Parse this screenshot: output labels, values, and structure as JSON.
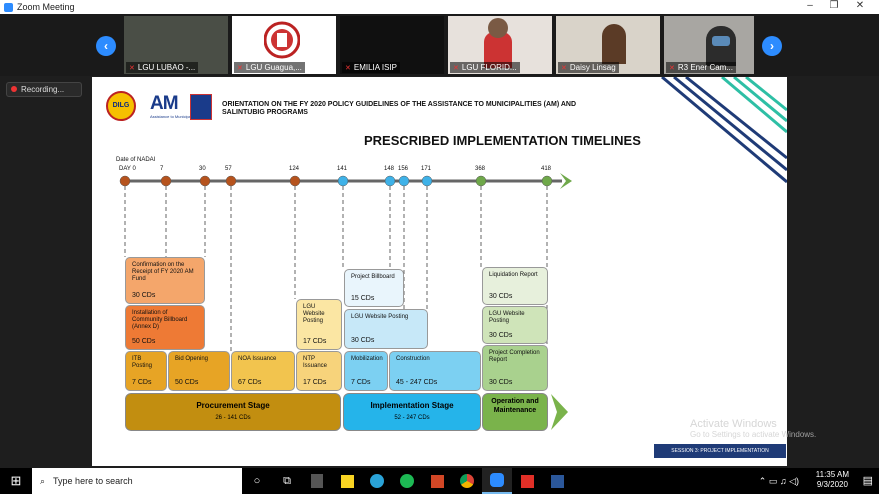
{
  "window": {
    "title": "Zoom Meeting"
  },
  "window_controls": [
    "–",
    "❐",
    "✕"
  ],
  "participants": [
    {
      "name": "LGU LUBAO -...",
      "bg": "#4a4e46"
    },
    {
      "name": "LGU Guagua,...",
      "bg": "#ffffff"
    },
    {
      "name": "EMILIA ISIP",
      "bg": "#101010"
    },
    {
      "name": "LGU FLORID...",
      "bg": "#e7e1dc"
    },
    {
      "name": "Daisy Linsag",
      "bg": "#d9d3c9"
    },
    {
      "name": "R3 Ener Cam...",
      "bg": "#a8a6a2"
    }
  ],
  "nav": {
    "prev": "‹",
    "next": "›"
  },
  "recording": {
    "label": "Recording..."
  },
  "slide": {
    "header_line1": "ORIENTATION ON THE FY 2020 POLICY GUIDELINES OF THE ASSISTANCE TO MUNICIPALITIES (AM) AND",
    "header_line2": "SALINTUBIG PROGRAMS",
    "logo_dilg": "DILG",
    "logo_am": "AM",
    "logo_am_sub": "Assistance to Municipalities",
    "title": "PRESCRIBED IMPLEMENTATION TIMELINES",
    "date_label": "Date of NADAI",
    "timeline_points": [
      {
        "label": "DAY 0",
        "color": "#b6531d"
      },
      {
        "label": "7",
        "color": "#b6531d"
      },
      {
        "label": "30",
        "color": "#b6531d"
      },
      {
        "label": "57",
        "color": "#b6531d"
      },
      {
        "label": "124",
        "color": "#b6531d"
      },
      {
        "label": "141",
        "color": "#3fb2e8"
      },
      {
        "label": "148",
        "color": "#3fb2e8"
      },
      {
        "label": "156",
        "color": "#3fb2e8"
      },
      {
        "label": "171",
        "color": "#3fb2e8"
      },
      {
        "label": "368",
        "color": "#6fa84a"
      },
      {
        "label": "418",
        "color": "#6fa84a"
      }
    ],
    "boxes": [
      {
        "title": "Confirmation on the Receipt of FY 2020 AM Fund",
        "days": "30 CDs",
        "color": "#f4a66b"
      },
      {
        "title": "Installation of Community Billboard (Annex D)",
        "days": "50 CDs",
        "color": "#ee7a35"
      },
      {
        "title": "ITB Posting",
        "days": "7 CDs",
        "color": "#e7a425"
      },
      {
        "title": "Bid Opening",
        "days": "50 CDs",
        "color": "#e7a425"
      },
      {
        "title": "NOA Issuance",
        "days": "67 CDs",
        "color": "#f2c44e"
      },
      {
        "title": "LGU Website Posting",
        "days": "17 CDs",
        "color": "#fbe6a3"
      },
      {
        "title": "NTP Issuance",
        "days": "17 CDs",
        "color": "#f7d37b"
      },
      {
        "title": "Project Billboard",
        "days": "15 CDs",
        "color": "#e9f5fc"
      },
      {
        "title": "LGU Website Posting",
        "days": "30 CDs",
        "color": "#c7e8f8"
      },
      {
        "title": "Mobilization",
        "days": "7 CDs",
        "color": "#7cd0f2"
      },
      {
        "title": "Construction",
        "days": "45 - 247 CDs",
        "color": "#7cd0f2"
      },
      {
        "title": "Liquidation Report",
        "days": "30 CDs",
        "color": "#e7f0dc"
      },
      {
        "title": "LGU Website Posting",
        "days": "30 CDs",
        "color": "#cfe4b9"
      },
      {
        "title": "Project Completion Report",
        "days": "30 CDs",
        "color": "#a9d18e"
      }
    ],
    "stages": [
      {
        "name": "Procurement Stage",
        "days": "26 - 141 CDs",
        "color": "#c28e10"
      },
      {
        "name": "Implementation Stage",
        "days": "52 - 247 CDs",
        "color": "#25b4ea"
      },
      {
        "name": "Operation and Maintenance",
        "days": "",
        "color": "#7ab34b"
      }
    ],
    "session_tag": "SESSION 3: PROJECT IMPLEMENTATION",
    "accent_colors": [
      "#1f3b77",
      "#2ebfa5"
    ]
  },
  "activate_windows": {
    "line1": "Activate Windows",
    "line2": "Go to Settings to activate Windows."
  },
  "taskbar": {
    "search_placeholder": "Type here to search",
    "time": "11:35 AM",
    "date": "9/3/2020",
    "icons": [
      "cortana-icon",
      "task-view-icon",
      "calculator-icon",
      "sticky-notes-icon",
      "edge-icon",
      "spotify-icon",
      "powerpoint-icon",
      "chrome-icon",
      "zoom-icon",
      "acrobat-icon",
      "word-icon"
    ]
  }
}
